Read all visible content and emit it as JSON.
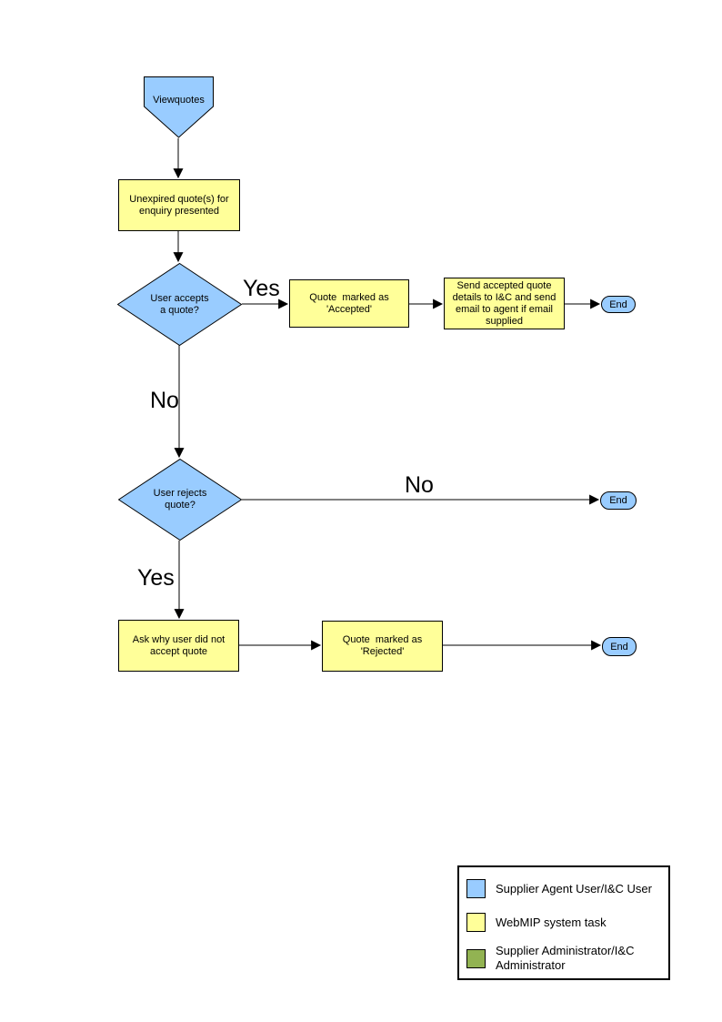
{
  "colors": {
    "shape_blue": "#99CCFF",
    "task_yellow": "#FFFF99",
    "admin_green": "#92B352",
    "line": "#000000"
  },
  "nodes": {
    "start": {
      "type": "pentagon",
      "label": "Viewquotes"
    },
    "present": {
      "type": "process",
      "label": "Unexpired quote(s) for\nenquiry presented"
    },
    "accept_decision": {
      "type": "decision",
      "label": "User accepts\na quote?"
    },
    "marked_accepted": {
      "type": "process",
      "label": "Quote  marked as\n'Accepted'"
    },
    "send_details": {
      "type": "process",
      "label": "Send accepted quote\ndetails to I&C and send\nemail to agent if email\nsupplied"
    },
    "end_accept": {
      "type": "terminator",
      "label": "End"
    },
    "reject_decision": {
      "type": "decision",
      "label": "User rejects\nquote?"
    },
    "end_reject_no": {
      "type": "terminator",
      "label": "End"
    },
    "ask_why": {
      "type": "process",
      "label": "Ask why user did not\naccept quote"
    },
    "marked_rejected": {
      "type": "process",
      "label": "Quote  marked as\n'Rejected'"
    },
    "end_rejected": {
      "type": "terminator",
      "label": "End"
    }
  },
  "edge_labels": {
    "accept_yes": "Yes",
    "accept_no": "No",
    "reject_no": "No",
    "reject_yes": "Yes"
  },
  "legend": {
    "items": [
      {
        "color": "#99CCFF",
        "label": "Supplier Agent User/I&C User"
      },
      {
        "color": "#FFFF99",
        "label": "WebMIP system task"
      },
      {
        "color": "#92B352",
        "label": "Supplier Administrator/I&C\nAdministrator"
      }
    ]
  }
}
